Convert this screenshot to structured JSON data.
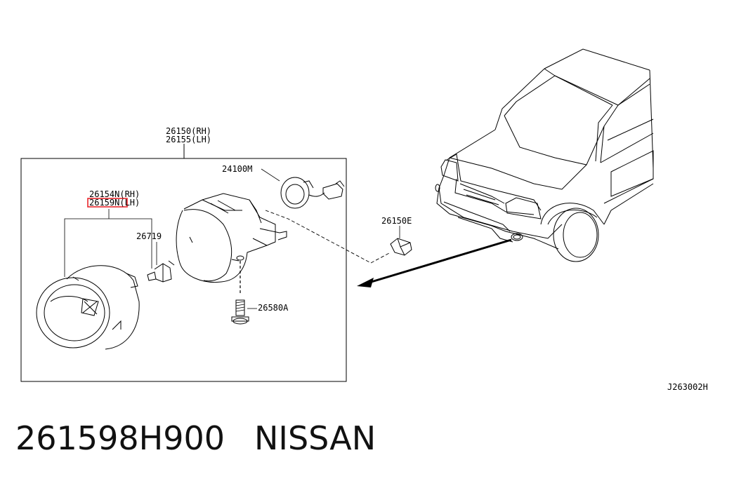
{
  "callouts": {
    "assembly_rh": "26150(RH)",
    "assembly_lh": "26155(LH)",
    "socket": "24100M",
    "lamp_rh": "26154N(RH)",
    "lamp_lh": "26159N(LH)",
    "bulb": "26719",
    "clip": "26150E",
    "screw": "26580A"
  },
  "diagram_code": "J263002H",
  "footer": {
    "part_number": "261598H900",
    "brand": "NISSAN"
  },
  "colors": {
    "highlight": "#e8262b",
    "line": "#000000"
  }
}
